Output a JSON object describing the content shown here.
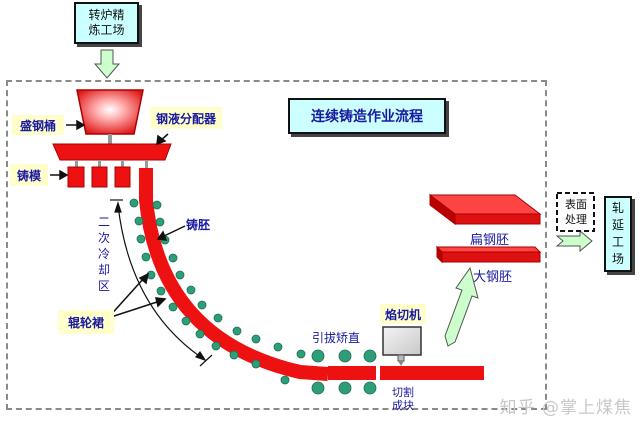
{
  "diagram": {
    "title": "连续铸造作业流程",
    "source_box": "转炉精炼工场",
    "source_box_lines": [
      "转炉精",
      "炼工场"
    ],
    "labels": {
      "ladle": "盛钢桶",
      "tundish": "钢液分配器",
      "mold": "铸模",
      "strand": "铸胚",
      "secondary_cooling": "二次冷却区",
      "rollers": "辊轮裙",
      "straightener": "引拔矫直",
      "torch_cutter": "焰切机",
      "cut_to_length": "切割成块",
      "cut_lines": [
        "切割",
        "成块"
      ],
      "slab": "扁钢胚",
      "bloom": "大钢胚",
      "surface_treatment": "表面处理",
      "surface_lines": [
        "表面",
        "处理"
      ],
      "rolling_mill": "轧延工场"
    },
    "secondary_cooling_chars": [
      "二",
      "次",
      "冷",
      "却",
      "区"
    ],
    "rolling_mill_chars": [
      "轧",
      "延",
      "工",
      "场"
    ],
    "colors": {
      "steel_red": "#ee1111",
      "roller_green": "#2e9e7a",
      "label_bg": "#ffffcc",
      "box_bg": "#ccffff",
      "arrow_fill": "#ccffcc",
      "text_blue": "#1a1aa0"
    }
  },
  "watermark": "知乎 @掌上煤焦"
}
